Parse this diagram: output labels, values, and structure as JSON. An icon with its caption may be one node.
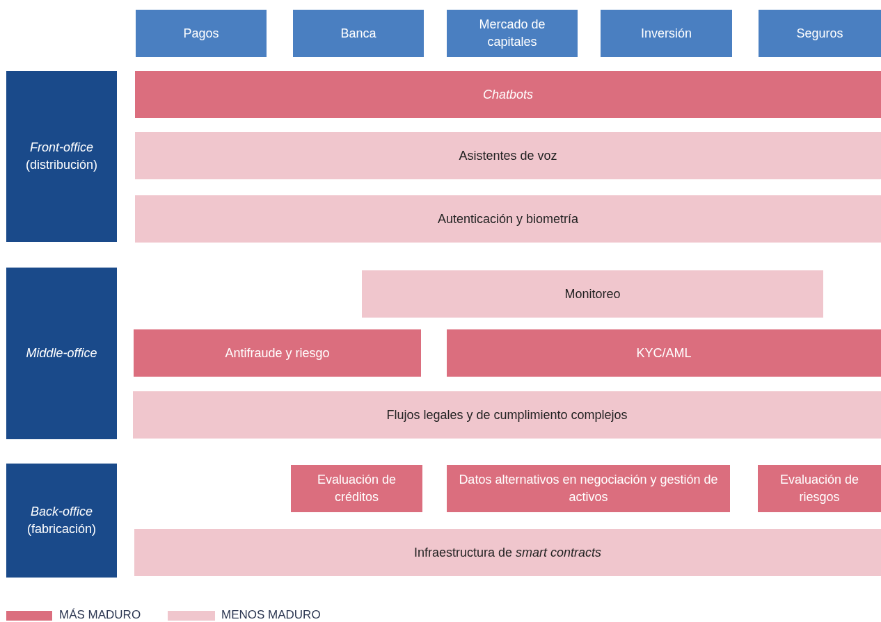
{
  "diagram": {
    "nodes": [
      {
        "text": [
          "Pagos"
        ]
      },
      {
        "text": [
          "Banca"
        ]
      },
      {
        "text": [
          "Mercado de capitales"
        ]
      },
      {
        "text": [
          "Inversión"
        ]
      },
      {
        "text": [
          "Seguros"
        ]
      },
      {
        "text": [
          "*Front-office* (distribución)"
        ]
      },
      {
        "text": [
          "Chatbots"
        ]
      },
      {
        "text": [
          "Asistentes de voz"
        ]
      },
      {
        "text": [
          "Autenticación y biometría"
        ]
      },
      {
        "text": [
          "Middle-office"
        ]
      },
      {
        "text": [
          "Monitoreo"
        ]
      },
      {
        "text": [
          "Antifraude y riesgo"
        ]
      },
      {
        "text": [
          "KYC/AML"
        ]
      },
      {
        "text": [
          "Flujos legales y de cumplimiento complejos"
        ]
      },
      {
        "text": [
          "*Back-office* (fabricación)"
        ]
      },
      {
        "text": [
          "Evaluación de créditos"
        ]
      },
      {
        "text": [
          "Datos alternativos en negociación y gestión de activos"
        ]
      },
      {
        "text": [
          "Evaluación de riesgos"
        ]
      },
      {
        "text": [
          "Infraestructura de *smart contracts*"
        ]
      }
    ],
    "legend": [
      {
        "text": "MÁS MADURO",
        "color": "#db6e7e"
      },
      {
        "text": "MENOS MADURO",
        "color": "#f0c6cd"
      }
    ]
  }
}
